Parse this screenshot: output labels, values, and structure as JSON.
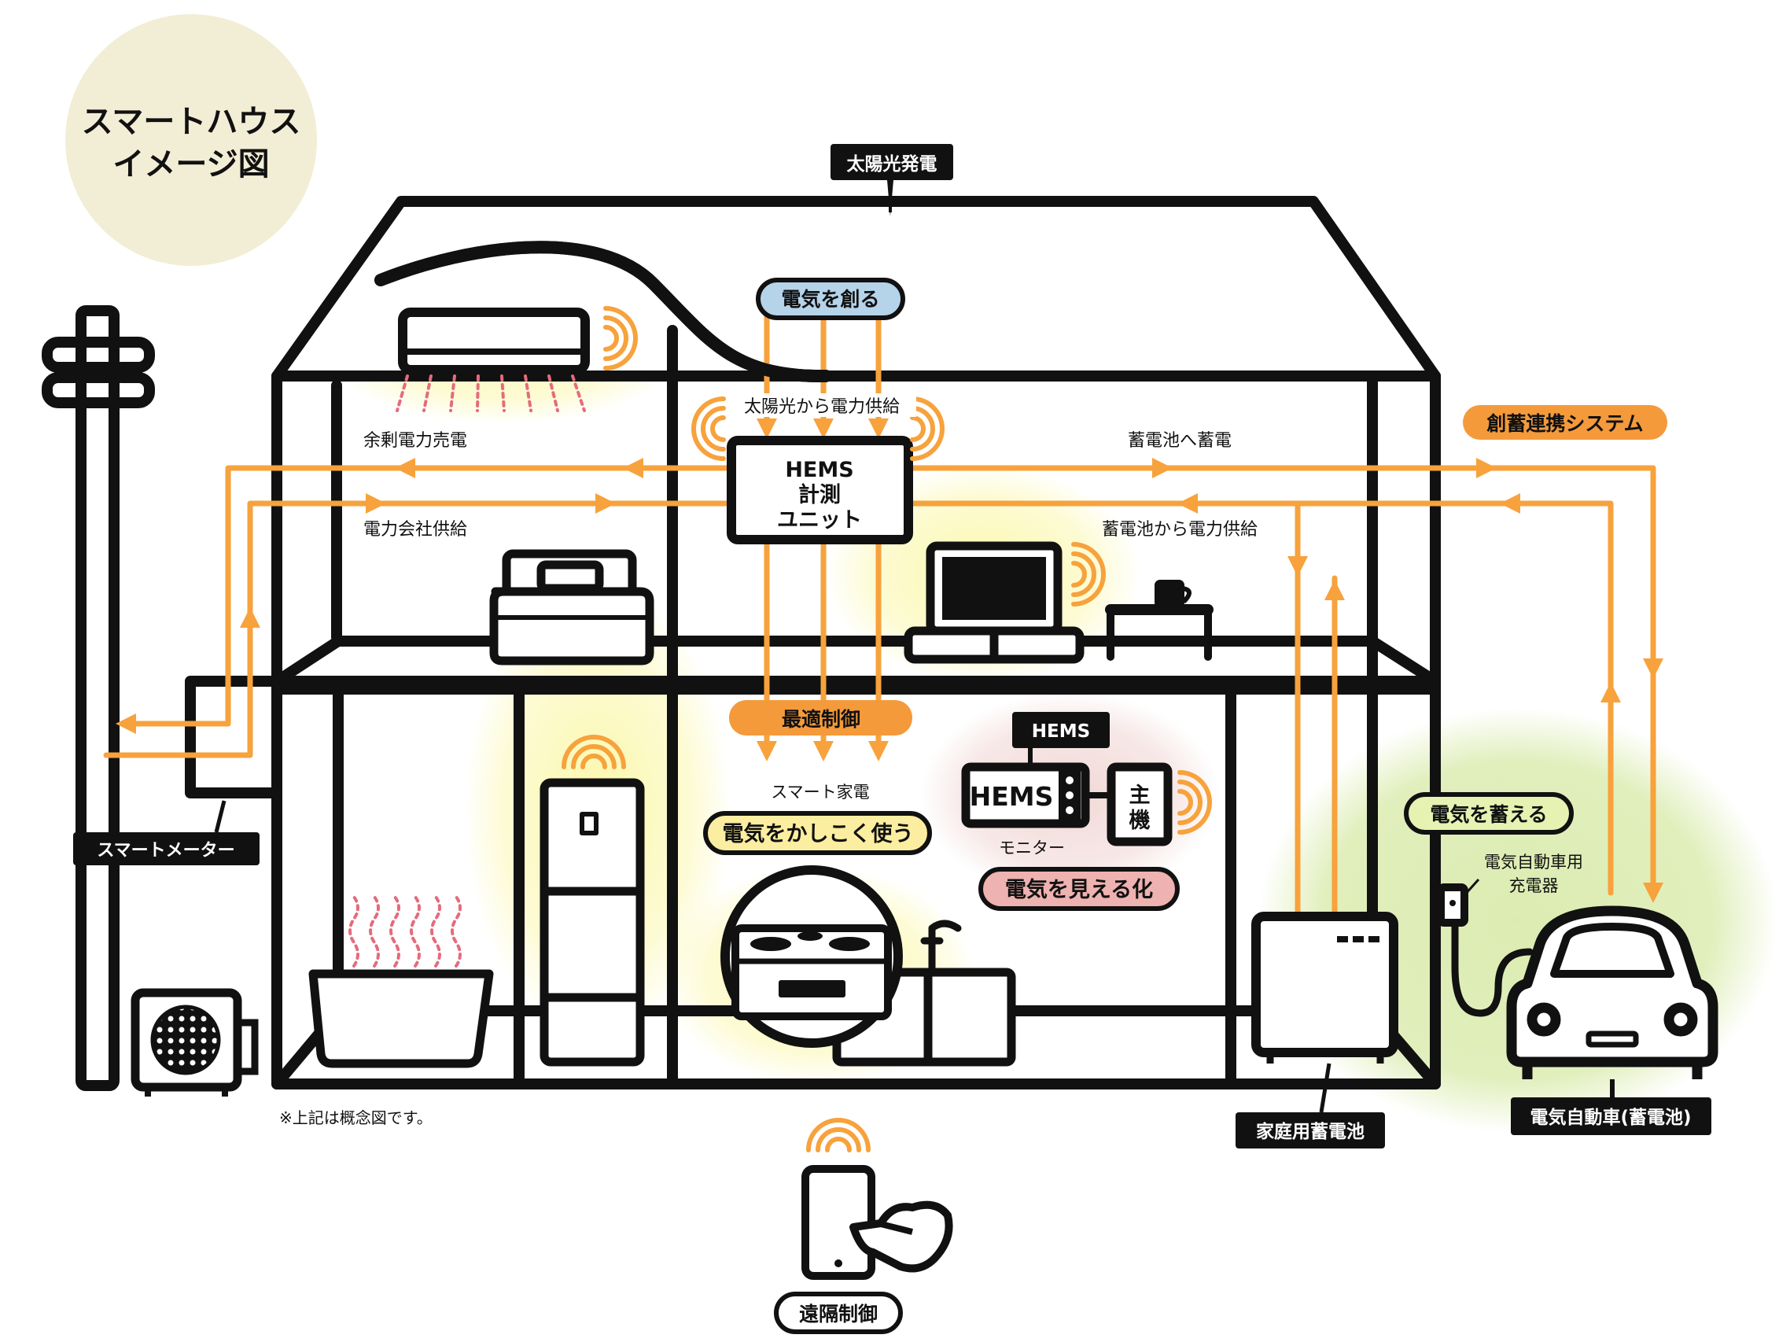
{
  "title": {
    "line1": "スマートハウス",
    "line2": "イメージ図"
  },
  "labels": {
    "solar": "太陽光発電",
    "create": "電気を創る",
    "solar_supply": "太陽光から電力供給",
    "surplus_sell": "余剰電力売電",
    "grid_supply": "電力会社供給",
    "hems_unit_1": "HEMS",
    "hems_unit_2": "計測",
    "hems_unit_3": "ユニット",
    "to_battery": "蓄電池へ蓄電",
    "from_battery": "蓄電池から電力供給",
    "linkage": "創蓄連携システム",
    "optimal": "最適制御",
    "smart_appliance": "スマート家電",
    "smart_use": "電気をかしこく使う",
    "hems_tag": "HEMS",
    "hems_screen": "HEMS",
    "main_unit_1": "主",
    "main_unit_2": "機",
    "monitor": "モニター",
    "visualize": "電気を見える化",
    "store": "電気を蓄える",
    "charger_1": "電気自動車用",
    "charger_2": "充電器",
    "smart_meter": "スマートメーター",
    "home_battery": "家庭用蓄電池",
    "ev": "電気自動車(蓄電池)",
    "note": "※上記は概念図です。",
    "remote": "遠隔制御"
  },
  "colors": {
    "orange": "#f7a23c",
    "orange_badge": "#f49a3b",
    "blue_badge": "#b5d3e9",
    "yellow_badge": "#fbeea0",
    "pink_badge": "#eeb2b0",
    "green_badge": "#e5f2b2",
    "title_circle": "#f2edd5",
    "black": "#111111",
    "glow_yellow": "#fbf7a8",
    "glow_pink": "#f1d9d7",
    "glow_green": "#dcecb1",
    "heat_red": "#e56b7c"
  },
  "icons": [
    "air-conditioner-icon",
    "solar-panel-icon",
    "utility-pole-icon",
    "outdoor-unit-icon",
    "bathtub-icon",
    "refrigerator-icon",
    "stove-icon",
    "faucet-icon",
    "television-icon",
    "bed-icon",
    "table-icon",
    "cup-icon",
    "home-battery-icon",
    "ev-charger-icon",
    "electric-car-icon",
    "smartphone-icon",
    "hand-icon",
    "wifi-icon"
  ]
}
